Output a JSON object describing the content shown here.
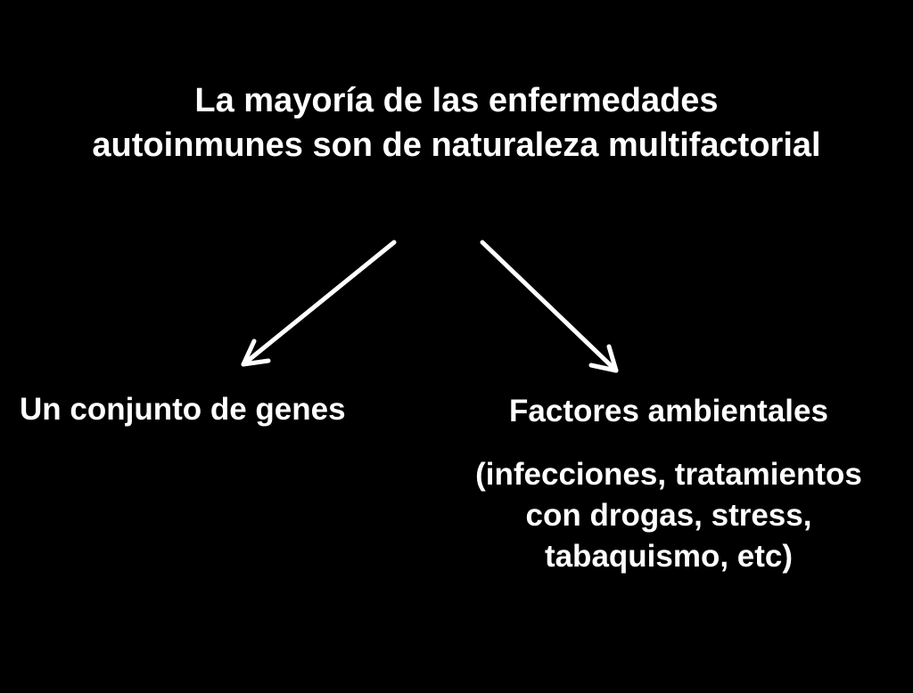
{
  "title": {
    "line1": "La mayoría de las enfermedades",
    "line2": "autoinmunes son de naturaleza multifactorial"
  },
  "left_branch": {
    "label": "Un conjunto de genes"
  },
  "right_branch": {
    "label": "Factores ambientales",
    "detail_line1": "(infecciones, tratamientos",
    "detail_line2": "con drogas, stress,",
    "detail_line3": "tabaquismo, etc)"
  },
  "colors": {
    "background": "#000000",
    "text": "#ffffff",
    "arrow": "#ffffff"
  },
  "icons": {
    "left_arrow": "arrow-down-left-icon",
    "right_arrow": "arrow-down-right-icon"
  }
}
